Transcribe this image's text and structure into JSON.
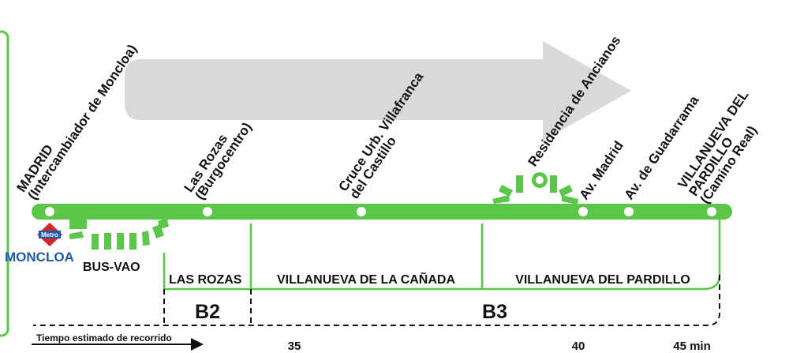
{
  "colors": {
    "line": "#5cc64a",
    "direction_arrow": "#d9d9d9",
    "frame": "#5cc64a",
    "metro_red": "#d7262b",
    "metro_blue": "#1f5aa6",
    "text": "#111111"
  },
  "stops": [
    {
      "lines": [
        "MADRID",
        "(Intercambiador de Moncloa)"
      ]
    },
    {
      "lines": [
        "Las Rozas",
        "(Burgocentro)"
      ]
    },
    {
      "lines": [
        "Cruce Urb. Villafranca",
        "del Castillo"
      ]
    },
    {
      "lines": [
        "Residencia de Ancianos"
      ]
    },
    {
      "lines": [
        "Av. Madrid"
      ]
    },
    {
      "lines": [
        "Av. de Guadarrama"
      ]
    },
    {
      "lines": [
        "VILLANUEVA DEL",
        "PARDILLO",
        "(Camino Real)"
      ]
    }
  ],
  "metro": {
    "badge": "Metro",
    "station": "MONCLOA",
    "icon": "metro-logo-icon"
  },
  "bus_vao": {
    "label": "BUS-VAO",
    "icon": "bus-vao-lane-icon"
  },
  "zones": [
    "LAS ROZAS",
    "VILLANUEVA DE LA CAÑADA",
    "VILLANUEVA DEL PARDILLO"
  ],
  "fare_zones": [
    "B2",
    "B3"
  ],
  "travel_time": {
    "label": "Tiempo estimado de recorrido",
    "ticks": [
      "35",
      "40",
      "45 min"
    ]
  }
}
